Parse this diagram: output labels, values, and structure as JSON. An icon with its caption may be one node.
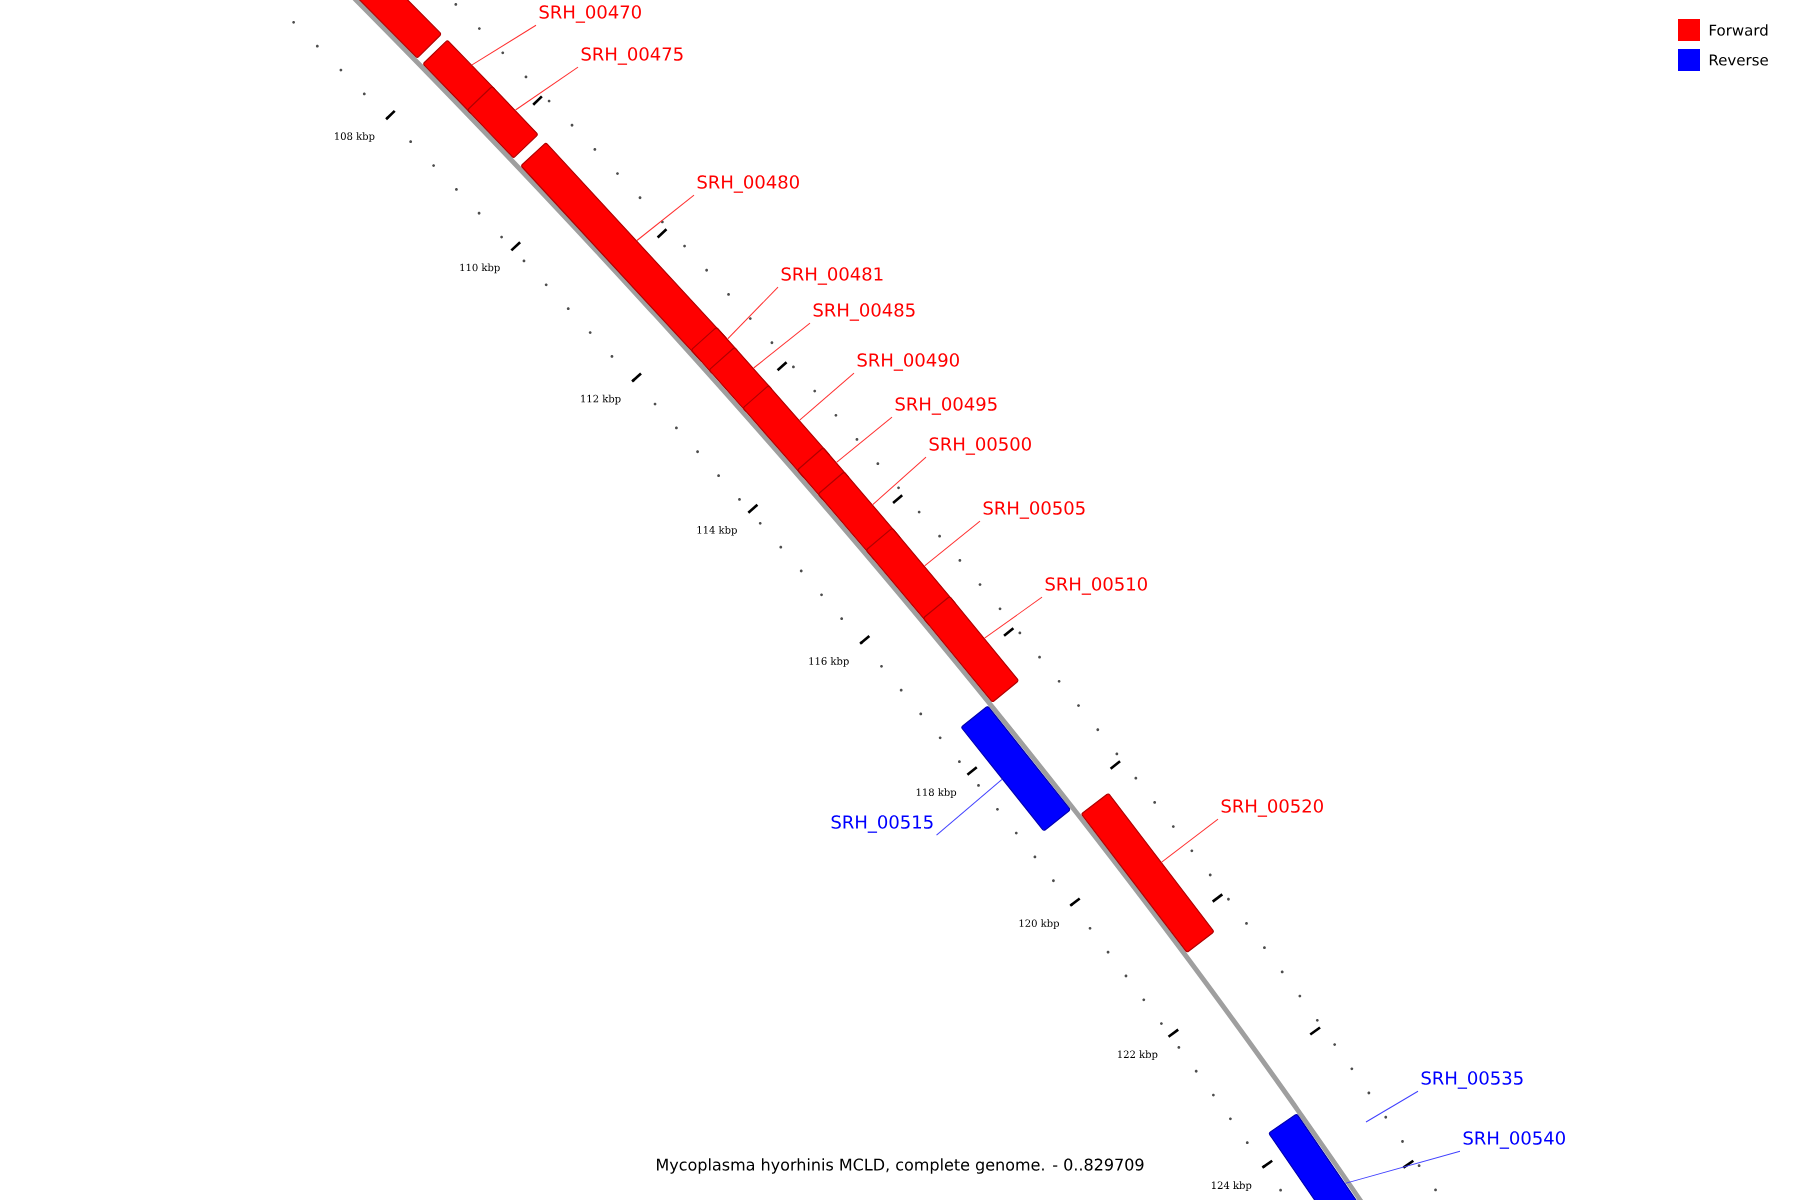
{
  "diagram": {
    "caption": "Mycoplasma hyorhinis MCLD, complete genome. - 0..829709",
    "nodes": [
      {
        "text": [],
        "shape": "bar"
      },
      {
        "text": [],
        "shape": "bar"
      },
      {
        "text": [],
        "shape": "bar"
      },
      {
        "text": [],
        "shape": "bar"
      },
      {
        "text": [],
        "shape": "bar"
      },
      {
        "text": [],
        "shape": "bar"
      },
      {
        "text": [],
        "shape": "bar"
      },
      {
        "text": [],
        "shape": "bar"
      },
      {
        "text": [],
        "shape": "bar"
      },
      {
        "text": [],
        "shape": "bar"
      },
      {
        "text": [],
        "shape": "bar"
      },
      {
        "text": [],
        "shape": "bar"
      },
      {
        "text": [],
        "shape": "bar"
      },
      {
        "text": [],
        "shape": "bar"
      },
      {
        "text": [
          "SRH_00470"
        ]
      },
      {
        "text": [
          "SRH_00475"
        ]
      },
      {
        "text": [
          "SRH_00480"
        ]
      },
      {
        "text": [
          "SRH_00481"
        ]
      },
      {
        "text": [
          "SRH_00485"
        ]
      },
      {
        "text": [
          "SRH_00490"
        ]
      },
      {
        "text": [
          "SRH_00495"
        ]
      },
      {
        "text": [
          "SRH_00500"
        ]
      },
      {
        "text": [
          "SRH_00505"
        ]
      },
      {
        "text": [
          "SRH_00510"
        ]
      },
      {
        "text": [
          "SRH_00515"
        ]
      },
      {
        "text": [
          "SRH_00520"
        ]
      },
      {
        "text": [
          "SRH_00535"
        ]
      },
      {
        "text": [
          "SRH_00540"
        ]
      }
    ],
    "edges": [
      {
        "from": 14,
        "to": 1,
        "arrow": "none"
      },
      {
        "from": 15,
        "to": 2,
        "arrow": "none"
      },
      {
        "from": 16,
        "to": 3,
        "arrow": "none"
      },
      {
        "from": 17,
        "to": 4,
        "arrow": "none"
      },
      {
        "from": 18,
        "to": 5,
        "arrow": "none"
      },
      {
        "from": 19,
        "to": 6,
        "arrow": "none"
      },
      {
        "from": 20,
        "to": 7,
        "arrow": "none"
      },
      {
        "from": 21,
        "to": 8,
        "arrow": "none"
      },
      {
        "from": 22,
        "to": 9,
        "arrow": "none"
      },
      {
        "from": 23,
        "to": 10,
        "arrow": "none"
      },
      {
        "from": 24,
        "to": 11,
        "arrow": "none",
        "color": "#4040ff"
      },
      {
        "from": 25,
        "to": 12,
        "arrow": "none"
      },
      {
        "from": 26,
        "to": null,
        "arrow": "none",
        "color": "#4040ff"
      },
      {
        "from": 27,
        "to": 13,
        "arrow": "none",
        "color": "#4040ff"
      }
    ],
    "labels": [
      "108 kbp",
      "110 kbp",
      "112 kbp",
      "114 kbp",
      "116 kbp",
      "118 kbp",
      "120 kbp",
      "122 kbp",
      "124 kbp"
    ],
    "legend": [
      {
        "text": "Forward",
        "color": "#ff0000"
      },
      {
        "text": "Reverse",
        "color": "#0000ff"
      }
    ]
  }
}
